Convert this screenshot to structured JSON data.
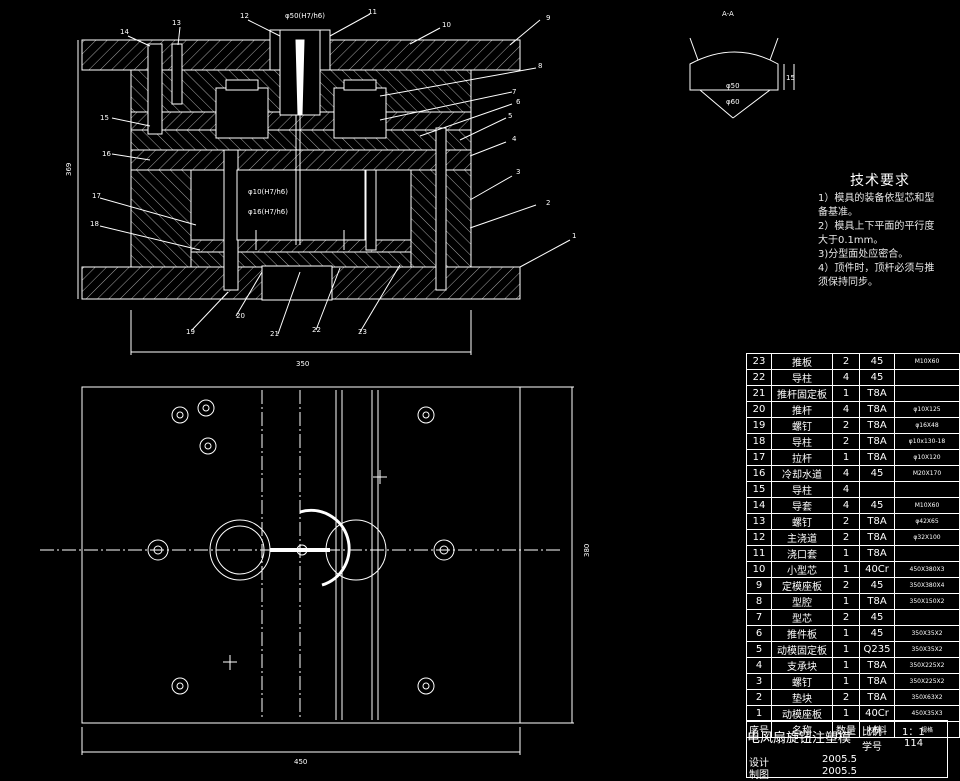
{
  "tech_requirements": {
    "title": "技术要求",
    "lines": [
      "1）模具的装备依型芯和型",
      "备基准。",
      "2）模具上下平面的平行度",
      "大于0.1mm。",
      "3)分型面处应密合。",
      "4）顶件时，顶杆必须与推",
      "须保持同步。"
    ]
  },
  "section_label": "A-A",
  "dimensions": {
    "top_fit": "φ50(H7/h6)",
    "height": "369",
    "width_front": "350",
    "width_plan": "450",
    "height_plan": "380",
    "fit_1": "φ10(H7/h6)",
    "fit_2": "φ16(H7/h6)",
    "sec_15": "15",
    "sec_50": "φ50",
    "sec_60": "φ60"
  },
  "callouts": [
    "14",
    "13",
    "12",
    "11",
    "10",
    "9",
    "8",
    "7",
    "6",
    "5",
    "4",
    "3",
    "2",
    "1",
    "15",
    "16",
    "17",
    "18",
    "19",
    "20",
    "21",
    "22",
    "23"
  ],
  "bom": {
    "rows": [
      [
        "23",
        "推板",
        "2",
        "45",
        "M10X60"
      ],
      [
        "22",
        "导柱",
        "4",
        "45",
        ""
      ],
      [
        "21",
        "推杆固定板",
        "1",
        "T8A",
        ""
      ],
      [
        "20",
        "推杆",
        "4",
        "T8A",
        "φ10X125"
      ],
      [
        "19",
        "螺钉",
        "2",
        "T8A",
        "φ16X48"
      ],
      [
        "18",
        "导柱",
        "2",
        "T8A",
        "φ10x130-18"
      ],
      [
        "17",
        "拉杆",
        "1",
        "T8A",
        "φ10X120"
      ],
      [
        "16",
        "冷却水道",
        "4",
        "45",
        "M20X170"
      ],
      [
        "15",
        "导柱",
        "4",
        "",
        ""
      ],
      [
        "14",
        "导套",
        "4",
        "45",
        "M10X60"
      ],
      [
        "13",
        "螺钉",
        "2",
        "T8A",
        "φ42X65"
      ],
      [
        "12",
        "主浇道",
        "2",
        "T8A",
        "φ32X100"
      ],
      [
        "11",
        "浇口套",
        "1",
        "T8A",
        ""
      ],
      [
        "10",
        "小型芯",
        "1",
        "40Cr",
        "450X380X3"
      ],
      [
        "9",
        "定模座板",
        "2",
        "45",
        "350X380X4"
      ],
      [
        "8",
        "型腔",
        "1",
        "T8A",
        "350X150X2"
      ],
      [
        "7",
        "型芯",
        "2",
        "45",
        ""
      ],
      [
        "6",
        "推件板",
        "1",
        "45",
        "350X35X2"
      ],
      [
        "5",
        "动模固定板",
        "1",
        "Q235",
        "350X35X2"
      ],
      [
        "4",
        "支承块",
        "1",
        "T8A",
        "350X225X2"
      ],
      [
        "3",
        "螺钉",
        "1",
        "T8A",
        "350X225X2"
      ],
      [
        "2",
        "垫块",
        "2",
        "T8A",
        "350X63X2"
      ],
      [
        "1",
        "动模座板",
        "1",
        "40Cr",
        "450X35X3"
      ],
      [
        "序号",
        "名称",
        "数量",
        "材料",
        "规格"
      ]
    ]
  },
  "title_block": {
    "drawing_title": "电风扇旋钮注塑模",
    "scale_label": "比例",
    "scale_value": "1：1",
    "student_id_label": "学号",
    "student_id_value": "114",
    "design_label": "设计",
    "design_date": "2005.5",
    "draw_label": "制图",
    "draw_date": "2005.5"
  }
}
